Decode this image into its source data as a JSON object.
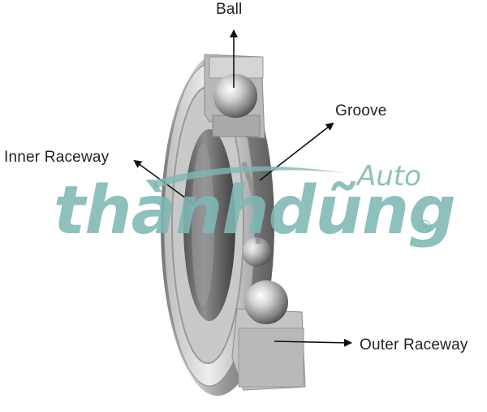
{
  "labels": {
    "ball": "Ball",
    "groove": "Groove",
    "inner_raceway": "Inner Raceway",
    "outer_raceway": "Outer Raceway"
  },
  "watermark": {
    "main": "thànhdũng",
    "auto": "Auto",
    "registered": "®"
  },
  "colors": {
    "watermark": "#7fb8b4",
    "arrow": "#111111",
    "metal_light": "#e4e4e4",
    "metal_dark": "#7a7a7a"
  }
}
